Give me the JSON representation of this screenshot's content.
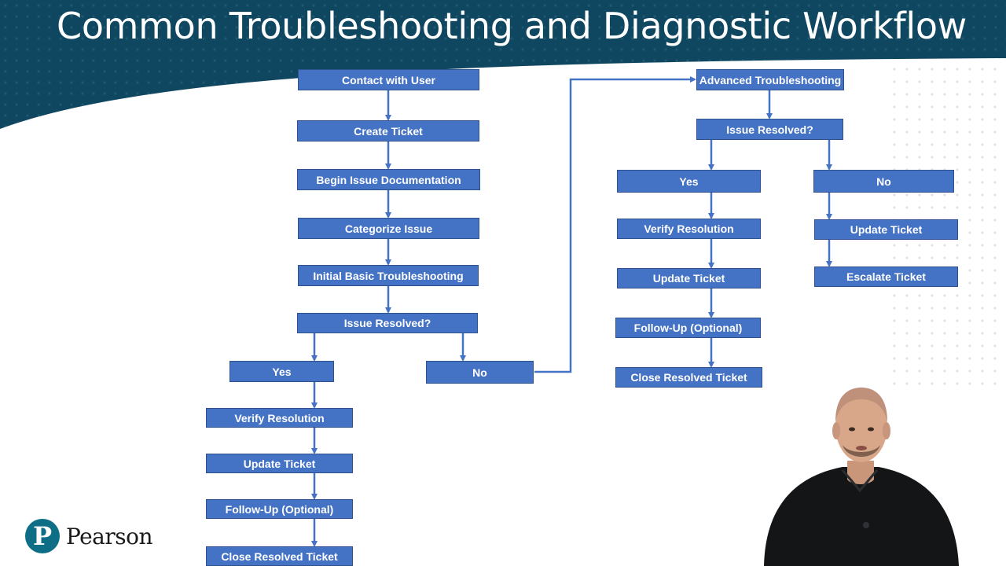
{
  "title": "Common Troubleshooting and Diagnostic Workflow",
  "flow_left": {
    "steps": [
      "Contact with User",
      "Create Ticket",
      "Begin Issue Documentation",
      "Categorize Issue",
      "Initial Basic Troubleshooting",
      "Issue Resolved?"
    ],
    "yes_label": "Yes",
    "no_label": "No",
    "yes_steps": [
      "Verify Resolution",
      "Update Ticket",
      "Follow-Up (Optional)",
      "Close Resolved Ticket"
    ]
  },
  "flow_right": {
    "steps": [
      "Advanced Troubleshooting",
      "Issue Resolved?"
    ],
    "yes_label": "Yes",
    "no_label": "No",
    "yes_steps": [
      "Verify Resolution",
      "Update Ticket",
      "Follow-Up (Optional)",
      "Close Resolved Ticket"
    ],
    "no_steps": [
      "Update Ticket",
      "Escalate Ticket"
    ]
  },
  "brand": {
    "logo_letter": "P",
    "name": "Pearson"
  },
  "colors": {
    "header": "#0f4660",
    "box": "#4472c4",
    "box_border": "#2f528f",
    "arrow": "#4472c4"
  }
}
